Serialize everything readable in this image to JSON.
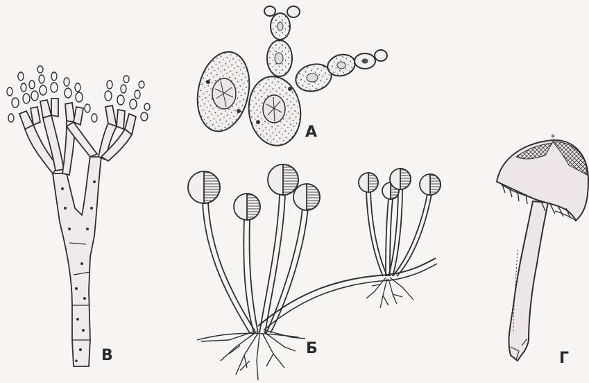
{
  "labels": {
    "a": "А",
    "b": "Б",
    "v": "В",
    "g": "Г"
  },
  "colors": {
    "ink": "#2f2f2f",
    "paper": "#f6f5f4",
    "fill": "#e9e4e6"
  }
}
